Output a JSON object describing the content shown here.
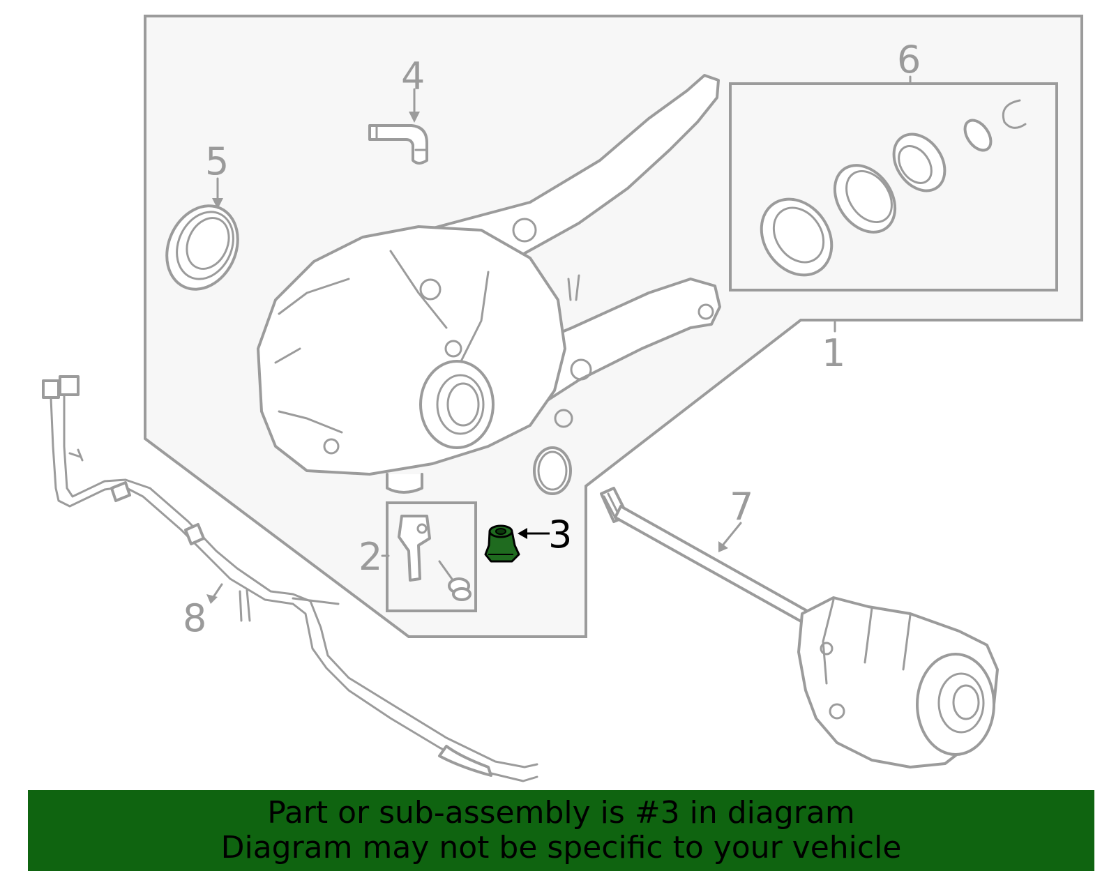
{
  "callouts": {
    "c1": "1",
    "c2": "2",
    "c3": "3",
    "c4": "4",
    "c5": "5",
    "c6": "6",
    "c7": "7",
    "c8": "8"
  },
  "banner": {
    "line1": "Part or sub-assembly is #3 in diagram",
    "line2": "Diagram may not be specific to your vehicle"
  },
  "colors": {
    "highlight": "#1f6b1f",
    "banner_bg": "#0f6410",
    "line_gray": "#9b9b9b",
    "panel_bg": "#f7f7f7"
  }
}
